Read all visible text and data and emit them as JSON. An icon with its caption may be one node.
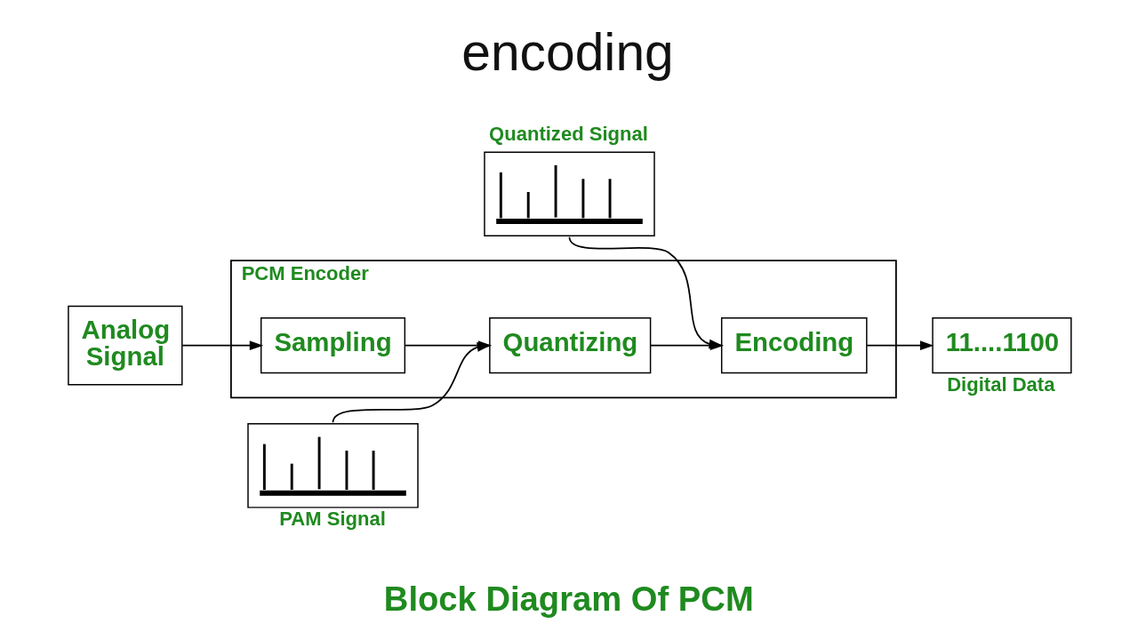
{
  "diagram": {
    "title": "encoding",
    "caption": "Block Diagram Of PCM",
    "nodes": [
      {
        "text": [
          "Quantized Signal"
        ]
      },
      {
        "text": [
          "PCM Encoder"
        ]
      },
      {
        "text": [
          "Analog Signal"
        ]
      },
      {
        "text": [
          "Sampling"
        ],
        "in": 1
      },
      {
        "text": [
          "Quantizing"
        ],
        "in": 1
      },
      {
        "text": [
          "Encoding"
        ],
        "in": 1
      },
      {
        "text": [
          "11....1100"
        ],
        "beside": [
          "Digital Data"
        ]
      },
      {
        "text": [
          "PAM Signal"
        ]
      }
    ],
    "edges": [
      {
        "from": 2,
        "to": 3,
        "arrow": "to"
      },
      {
        "from": 3,
        "to": 4,
        "arrow": "to"
      },
      {
        "from": 4,
        "to": 5,
        "arrow": "to"
      },
      {
        "from": 5,
        "to": 6,
        "arrow": "to"
      },
      {
        "from": 0,
        "to": 5,
        "arrow": "to"
      },
      {
        "from": 7,
        "to": 4,
        "arrow": "to"
      }
    ]
  }
}
